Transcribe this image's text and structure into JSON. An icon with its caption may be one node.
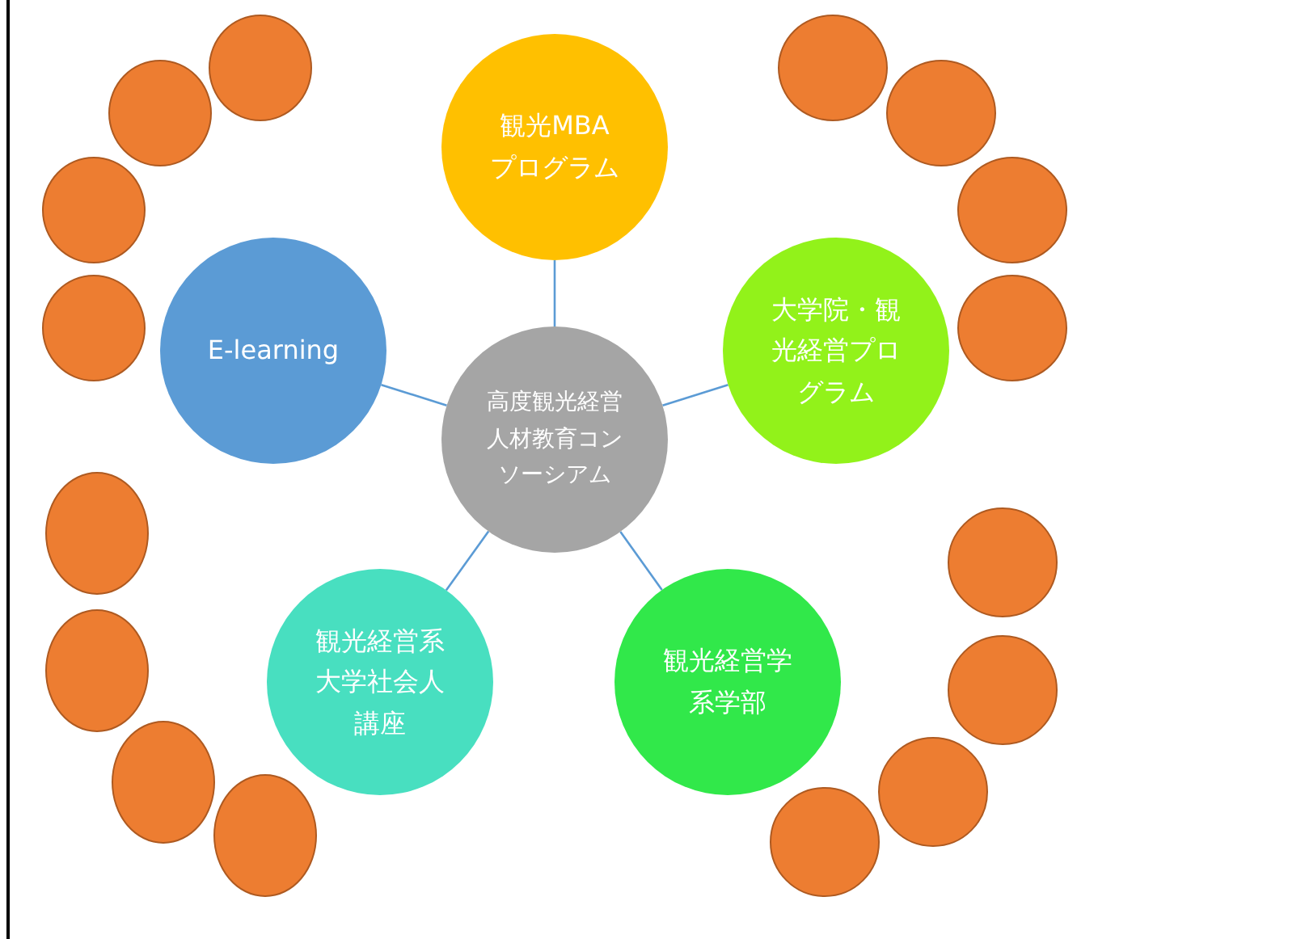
{
  "diagram": {
    "nodes": [
      {
        "text": [
          "高度観光経営人材教育コンソーシアム"
        ]
      },
      {
        "text": [
          "観光MBAプログラム"
        ]
      },
      {
        "text": [
          "E-learning"
        ]
      },
      {
        "text": [
          "大学院・観光経営プログラム"
        ]
      },
      {
        "text": [
          "観光経営系大学社会人講座"
        ]
      },
      {
        "text": [
          "観光経営学系学部"
        ]
      },
      {
        "text": [],
        "shape": "circle"
      },
      {
        "text": [],
        "shape": "circle"
      },
      {
        "text": [],
        "shape": "circle"
      },
      {
        "text": [],
        "shape": "circle"
      },
      {
        "text": [],
        "shape": "circle"
      },
      {
        "text": [],
        "shape": "circle"
      },
      {
        "text": [],
        "shape": "circle"
      },
      {
        "text": [],
        "shape": "circle"
      },
      {
        "text": [],
        "shape": "circle"
      },
      {
        "text": [],
        "shape": "circle"
      },
      {
        "text": [],
        "shape": "circle"
      },
      {
        "text": [],
        "shape": "circle"
      },
      {
        "text": [],
        "shape": "circle"
      },
      {
        "text": [],
        "shape": "circle"
      },
      {
        "text": [],
        "shape": "circle"
      },
      {
        "text": [],
        "shape": "circle"
      }
    ],
    "edges": [
      {
        "from": 0,
        "to": 1,
        "arrow": "none"
      },
      {
        "from": 0,
        "to": 2,
        "arrow": "none"
      },
      {
        "from": 0,
        "to": 3,
        "arrow": "none"
      },
      {
        "from": 0,
        "to": 4,
        "arrow": "none"
      },
      {
        "from": 0,
        "to": 5,
        "arrow": "none"
      }
    ]
  }
}
